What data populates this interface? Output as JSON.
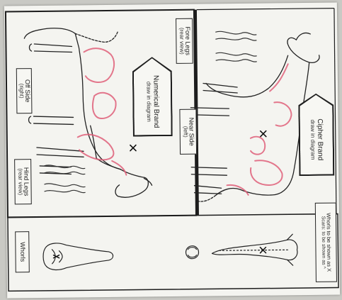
{
  "form": {
    "off_side_label": "Off Side",
    "off_side_sub": "(right)",
    "hind_legs_label": "Hind Legs",
    "hind_legs_sub": "(rear view)",
    "whorls_label": "Whorls",
    "numerical_brand_label": "Numerical Brand",
    "numerical_brand_sub": "draw in diagram",
    "fore_legs_label": "Fore Legs",
    "fore_legs_sub": "(rear view)",
    "near_side_label": "Near Side",
    "near_side_sub": "(left)",
    "cipher_brand_label": "Cipher Brand",
    "cipher_brand_sub": "draw in diagram",
    "whorls_note_line1": "Whorls to be shown as X",
    "whorls_note_line2": "Scars: to be shown as ^"
  },
  "colors": {
    "paper": "#f4f4f0",
    "ink": "#1d1d1d",
    "marking": "#e0607a"
  }
}
